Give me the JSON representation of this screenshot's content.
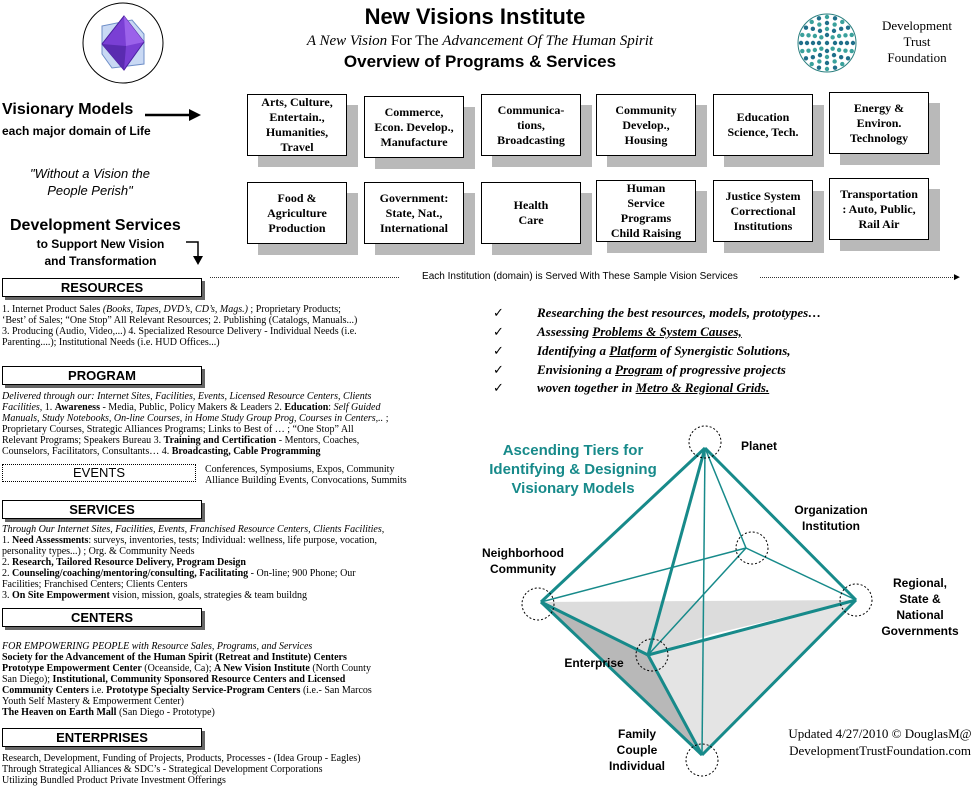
{
  "header": {
    "title": "New Visions Institute",
    "subtitle_a": "A New Vision",
    "subtitle_b": " For The ",
    "subtitle_c": "Advancement Of The Human Spirit",
    "overview": "Overview of Programs & Services",
    "dtf_line1": "Development",
    "dtf_line2": "Trust",
    "dtf_line3": "Foundation"
  },
  "left": {
    "visionary_models": "Visionary Models",
    "each_domain": "each major domain of Life",
    "quote_line1": "\"Without a Vision the",
    "quote_line2": "People Perish\"",
    "dev_services": "Development Services",
    "support_line1": "to Support New Vision",
    "support_line2": "and Transformation"
  },
  "domains": {
    "arts": [
      "Arts, Culture,",
      "Entertain.,",
      "Humanities,",
      "Travel"
    ],
    "commerce": [
      "Commerce,",
      "Econ. Develop.,",
      "Manufacture"
    ],
    "communications": [
      "Communica-",
      "tions,",
      "Broadcasting"
    ],
    "community": [
      "Community",
      "Develop.,",
      "Housing"
    ],
    "education": [
      "Education",
      "Science, Tech."
    ],
    "energy": [
      "Energy &",
      "Environ.",
      "Technology"
    ],
    "food": [
      "Food &",
      "Agriculture",
      "Production"
    ],
    "government": [
      "Government:",
      "State, Nat.,",
      "International"
    ],
    "health": [
      "Health",
      "Care"
    ],
    "human_service": [
      "Human",
      "Service",
      "Programs",
      "Child Raising"
    ],
    "justice": [
      "Justice System",
      "Correctional",
      "Institutions"
    ],
    "transportation": [
      "Transportation",
      ": Auto, Public,",
      "Rail Air"
    ]
  },
  "served_text": "Each Institution (domain) is Served  With These Sample Vision Services",
  "sections": {
    "resources": {
      "heading": "RESOURCES",
      "l1a": "1. Internet Product Sales  ",
      "l1b": "(Books, Tapes, DVD’s, CD’s, Mags.)",
      "l1c": " ; Proprietary Products;",
      "l2": "‘Best’ of Sales; “One Stop” All Relevant Resources; 2. Publishing (Catalogs, Manuals...)",
      "l3": " 3. Producing (Audio, Video,...)  4. Specialized Resource Delivery - Individual Needs (i.e.",
      "l4": "Parenting....); Institutional Needs (i.e. HUD Offices...)"
    },
    "program": {
      "heading": "PROGRAM",
      "l1": "Delivered through our: Internet Sites, Facilities, Events, Licensed Resource Centers, Clients",
      "l2a": "Facilities,",
      "l2b": "  1. ",
      "l2c": "Awareness",
      "l2d": " - Media, Public, Policy Makers & Leaders  2. ",
      "l2e": "Education",
      "l2f": ": ",
      "l2g": "Self Guided",
      "l3": "Manuals, Study Notebooks, On-line Courses, in Home Study Group Prog, Courses in Centers,..",
      "l3b": " ;",
      "l4": "Proprietary Courses,  Strategic Alliances Programs;  Links to Best of … ;  “One Stop” All",
      "l5a": "Relevant Programs; Speakers Bureau   3. ",
      "l5b": "Training and Certification",
      "l5c": " - Mentors, Coaches,",
      "l6a": "Counselors, Facilitators, Consultants…  4. ",
      "l6b": "Broadcasting, Cable Programming"
    },
    "events": {
      "heading": "EVENTS",
      "l1": "Conferences, Symposiums, Expos,  Community",
      "l2": "Alliance Building Events,  Convocations, Summits"
    },
    "services": {
      "heading": "SERVICES",
      "l1": "Through Our Internet Sites, Facilities, Events, Franchised Resource Centers, Clients Facilities,",
      "l2a": "1. ",
      "l2b": "Need Assessments",
      "l2c": ": surveys, inventories, tests;  Individual: wellness, life purpose, vocation,",
      "l3": "personality types...) ;  Org. & Community Needs",
      "l4a": "2. ",
      "l4b": "Research, Tailored Resource Delivery, Program Design",
      "l5a": "2. ",
      "l5b": "Counseling/coaching/mentoring/consulting, Facilitating",
      "l5c": " -   On-line; 900 Phone; Our",
      "l6": "Facilities; Franchised Centers; Clients Centers",
      "l7a": "3. ",
      "l7b": "On Site Empowerment",
      "l7c": " vision, mission, goals, strategies & team buildng"
    },
    "centers": {
      "heading": "CENTERS",
      "l1": "FOR EMPOWERING PEOPLE with Resource Sales, Programs, and Services",
      "l2": "Society for the Advancement of the Human Spirit (Retreat and Institute) Centers",
      "l3a": "Prototype Empowerment Center",
      "l3b": " (Oceanside, Ca); ",
      "l3c": "A New Vision Institute",
      "l3d": " (North County",
      "l4a": "San Diego); ",
      "l4b": "Institutional, Community Sponsored Resource Centers and Licensed",
      "l5a": "Community Centers",
      "l5b": " i.e. ",
      "l5c": "Prototype Specialty Service-Program Centers",
      "l5d": "  (i.e.- San Marcos",
      "l6": "Youth Self Mastery & Empowerment Center)",
      "l7a": "The Heaven on Earth Mall",
      "l7b": " (San Diego - Prototype)"
    },
    "enterprises": {
      "heading": "ENTERPRISES",
      "l1": "Research, Development, Funding of Projects, Products, Processes - (Idea Group - Eagles)",
      "l2": "Through Strategical Alliances & SDC’s - Strategical Development Corporations",
      "l3": "Utilizing Bundled Product Private Investment Offerings"
    }
  },
  "checklist": {
    "mark": "✓",
    "c1": "Researching the best resources, models, prototypes…",
    "c2a": "Assessing ",
    "c2b": "Problems & System Causes,",
    "c3a": "Identifying a ",
    "c3b": "Platform",
    "c3c": " of Synergistic Solutions,",
    "c4a": "Envisioning a ",
    "c4b": "Program",
    "c4c": " of progressive projects",
    "c5a": "woven together in ",
    "c5b": "Metro & Regional Grids."
  },
  "diagram": {
    "tiers_line1": "Ascending Tiers for",
    "tiers_line2": "Identifying & Designing",
    "tiers_line3": "Visionary Models",
    "planet": "Planet",
    "org_line1": "Organization",
    "org_line2": "Institution",
    "neigh_line1": "Neighborhood",
    "neigh_line2": "Community",
    "reg_line1": "Regional,",
    "reg_line2": "State &",
    "reg_line3": "National",
    "reg_line4": "Governments",
    "enterprise": "Enterprise",
    "fam_line1": "Family",
    "fam_line2": "Couple",
    "fam_line3": "Individual",
    "teal": "#178a8a"
  },
  "footer": {
    "updated_line1": "Updated 4/27/2010 ©  DouglasM@",
    "updated_line2": "DevelopmentTrustFoundation.com"
  }
}
